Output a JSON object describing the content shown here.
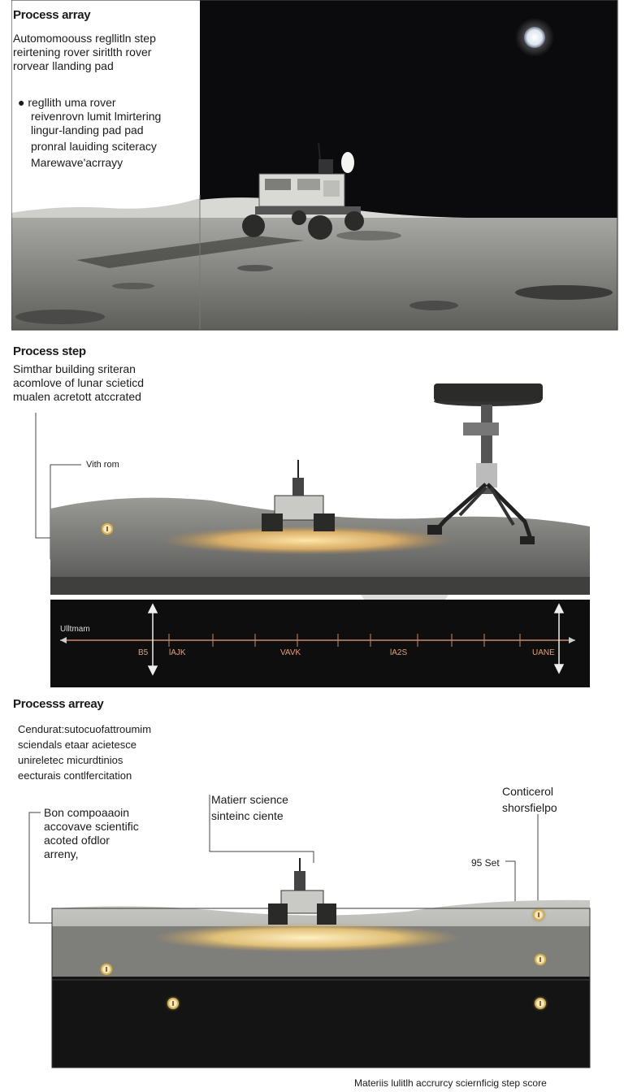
{
  "panel1": {
    "title": "Process array",
    "intro": [
      "Automomoouss regllitln step",
      "reirtening rover siritlth rover",
      "rorvear llanding pad"
    ],
    "bullet": [
      "regllith uma rover",
      "reivenrovn lumit lmirtering",
      "lingur-landing pad pad",
      "pronral lauiding sciteracy",
      "Marewave'acrrayy"
    ]
  },
  "panel2": {
    "title": "Process step",
    "intro": [
      "Simthar building sriteran",
      "acomlove of lunar scieticd",
      "mualen acretott atccrated"
    ],
    "callout": "Vith rom",
    "scale_corner": "Ulltmam",
    "ticks": [
      "B5",
      "lAJK",
      "VAVK",
      "lA2S",
      "UANE"
    ]
  },
  "panel3": {
    "title": "Processs arreay",
    "intro": [
      "Cendurat:sutocuofattroumim",
      "sciendals etaar acietesce",
      "unireletec micurdtinios",
      "eecturais contlfercitation"
    ],
    "callout_left": [
      "Bon compoaaoin",
      "accovave scientific",
      "acoted ofdlor",
      "arreny,"
    ],
    "callout_mid": [
      "Matierr science",
      "sinteinc ciente"
    ],
    "callout_right": [
      "Conticerol",
      "shorsfielpo"
    ],
    "callout_set": "95 Set",
    "footer": "Materiis lulitlh accrurcy sciernficig step score"
  },
  "colors": {
    "space": "#0b0b0e",
    "regolith": "#8c8c88",
    "glow": "#f2cf8a",
    "scale_line": "#c98a6e"
  }
}
